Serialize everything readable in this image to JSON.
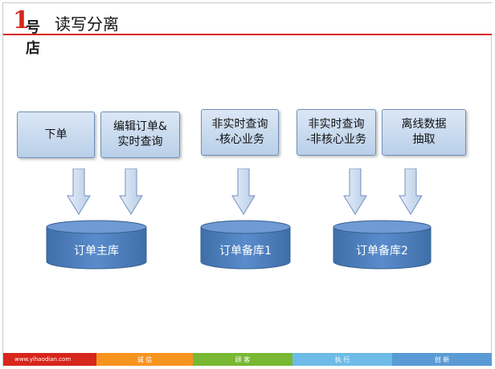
{
  "header": {
    "logo_one": "1",
    "logo_rest": "号店",
    "title": "读写分离"
  },
  "boxes": [
    {
      "id": "order",
      "label": "下单"
    },
    {
      "id": "edit",
      "label": "编辑订单&\n实时查询"
    },
    {
      "id": "rt-core",
      "label": "非实时查询\n-核心业务"
    },
    {
      "id": "rt-noncore",
      "label": "非实时查询\n-非核心业务"
    },
    {
      "id": "offline",
      "label": "离线数据\n抽取"
    }
  ],
  "databases": [
    {
      "id": "master",
      "label": "订单主库"
    },
    {
      "id": "backup1",
      "label": "订单备库1"
    },
    {
      "id": "backup2",
      "label": "订单备库2"
    }
  ],
  "footer": {
    "url": "www.yihaodian.com",
    "items": [
      "诚 信",
      "顾 客",
      "执 行",
      "创 新"
    ]
  },
  "colors": {
    "accent_red": "#d7261c",
    "box_border": "#6f8fb8",
    "db_fill": "#4f81bd",
    "footer": [
      "#d7261c",
      "#f79420",
      "#78b833",
      "#6dbce8",
      "#5b9bd5"
    ]
  }
}
